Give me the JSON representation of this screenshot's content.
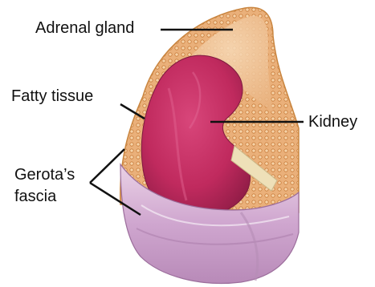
{
  "labels": {
    "adrenal_gland": "Adrenal gland",
    "fatty_tissue": "Fatty tissue",
    "kidney": "Kidney",
    "gerotas_line1": "Gerota’s",
    "gerotas_line2": "fascia"
  },
  "colors": {
    "leader_line": "#111111",
    "adrenal": "#f1c69a",
    "fat": "#e9a866",
    "kidney": "#c22a5f",
    "fascia": "#cfa6cf"
  }
}
